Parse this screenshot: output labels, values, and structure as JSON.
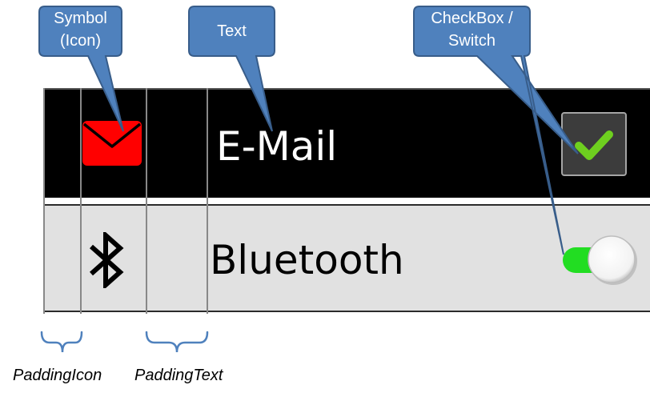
{
  "callouts": {
    "symbol": "Symbol\n(Icon)",
    "text": "Text",
    "checkbox_switch": "CheckBox /\nSwitch"
  },
  "rows": {
    "email": {
      "label": "E-Mail",
      "icon": "mail-icon",
      "control": "checkbox",
      "checked": true
    },
    "bluetooth": {
      "label": "Bluetooth",
      "icon": "bluetooth-icon",
      "control": "switch",
      "on": true
    }
  },
  "padding_labels": {
    "icon": "PaddingIcon",
    "text": "PaddingText"
  },
  "colors": {
    "callout_fill": "#4f81bd",
    "callout_border": "#385d8a",
    "mail_icon": "#ff0000",
    "checkmark": "#6ecf1f",
    "switch_track": "#22dd22",
    "row_email_bg": "#000000",
    "row_bt_bg": "#e1e1e1",
    "guide_lines": "#888888",
    "brace": "#4f81bd"
  }
}
